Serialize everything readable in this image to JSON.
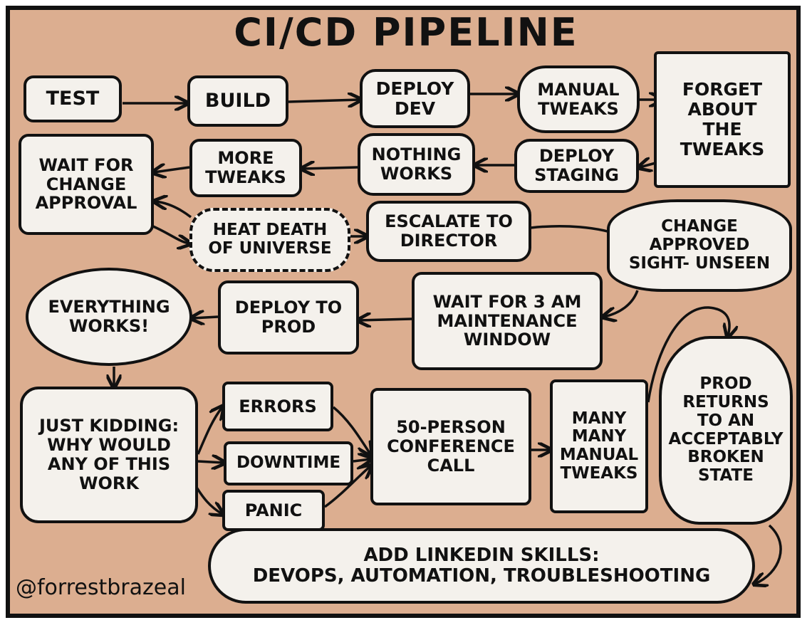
{
  "title": "CI/CD PIPELINE",
  "nodes": {
    "test": "TEST",
    "build": "BUILD",
    "deploy_dev": "DEPLOY\nDEV",
    "manual_tweaks": "MANUAL\nTWEAKS",
    "forget_tweaks": "FORGET\nABOUT\nTHE\nTWEAKS",
    "deploy_staging": "DEPLOY\nSTAGING",
    "nothing_works": "NOTHING\nWORKS",
    "more_tweaks": "MORE\nTWEAKS",
    "wait_change_approval": "WAIT FOR\nCHANGE\nAPPROVAL",
    "heat_death": "HEAT DEATH\nOF UNIVERSE",
    "escalate_director": "ESCALATE TO\nDIRECTOR",
    "change_approved": "CHANGE\nAPPROVED\nSIGHT- UNSEEN",
    "wait_3am": "WAIT FOR 3 AM\nMAINTENANCE\nWINDOW",
    "deploy_prod": "DEPLOY TO\nPROD",
    "everything_works": "EVERYTHING\nWORKS!",
    "just_kidding": "JUST KIDDING:\nWHY WOULD\nANY OF THIS\nWORK",
    "errors": "ERRORS",
    "downtime": "DOWNTIME",
    "panic": "PANIC",
    "conference_call": "50-PERSON\nCONFERENCE\nCALL",
    "many_manual_tweaks": "MANY\nMANY\nMANUAL\nTWEAKS",
    "prod_returns": "PROD\nRETURNS\nTO AN\nACCEPTABLY\nBROKEN\nSTATE",
    "linkedin": "ADD LINKEDIN SKILLS:\nDEVOPS, AUTOMATION, TROUBLESHOOTING"
  },
  "signature": "@forrestbrazeal",
  "colors": {
    "background": "#dcae90",
    "box_fill": "#f4f1ec",
    "ink": "#111111"
  }
}
